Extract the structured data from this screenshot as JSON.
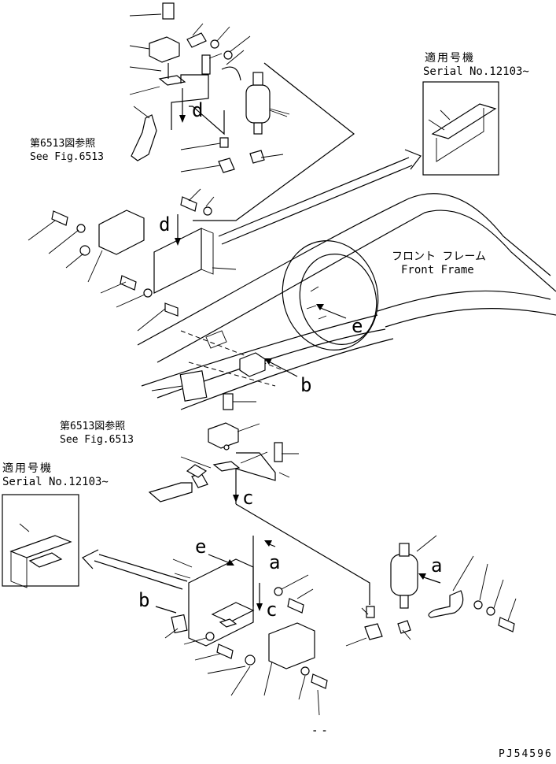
{
  "serial_note_top": {
    "line1": "適用号機",
    "line2": "Serial No.12103~"
  },
  "serial_note_left": {
    "line1": "適用号機",
    "line2": "Serial No.12103~"
  },
  "fig_ref_top": {
    "line1": "第6513図参照",
    "line2": "See Fig.6513"
  },
  "fig_ref_mid": {
    "line1": "第6513図参照",
    "line2": "See Fig.6513"
  },
  "front_frame": {
    "jp": "フロント フレーム",
    "en": "Front Frame"
  },
  "callouts": {
    "a": "a",
    "b": "b",
    "c": "c",
    "d": "d",
    "e": "e"
  },
  "page_code": "PJ54596",
  "bottom_mark": "--"
}
